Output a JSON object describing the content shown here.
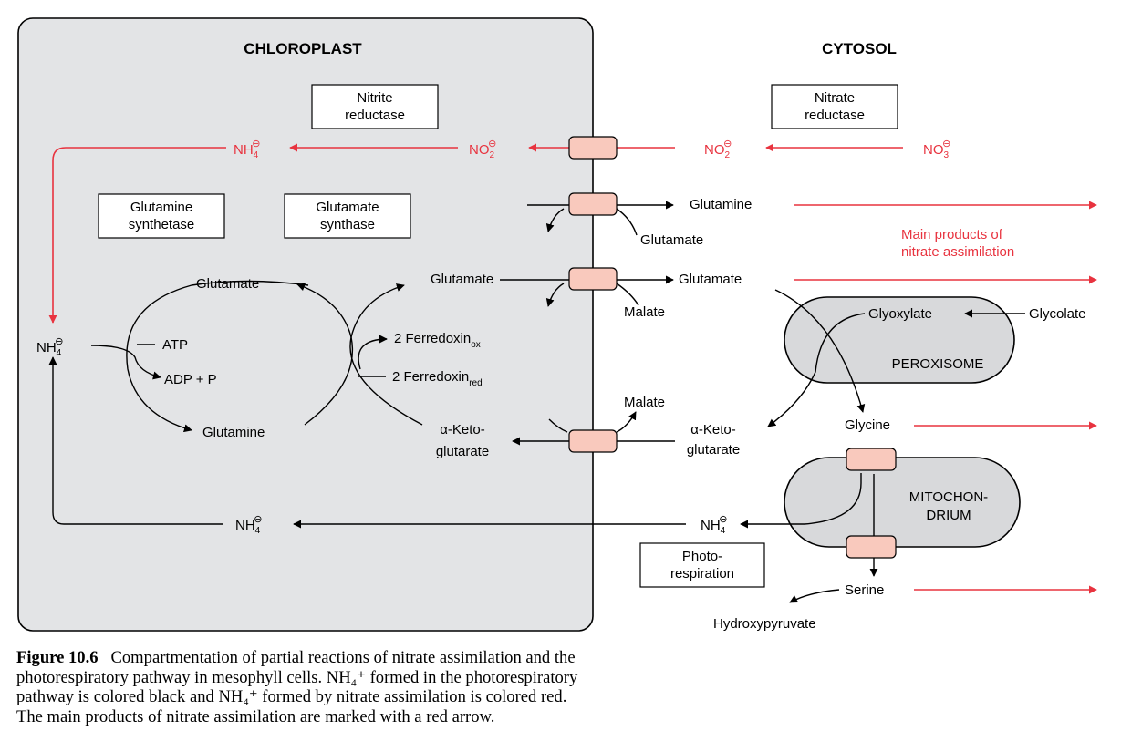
{
  "colors": {
    "red": "#e8333f",
    "black": "#000000",
    "chloroplast_fill": "#e3e4e6",
    "organelle_fill": "#d8d9db",
    "transporter_fill": "#f9c9bd"
  },
  "compartments": {
    "chloroplast": "CHLOROPLAST",
    "cytosol": "CYTOSOL",
    "peroxisome": "PEROXISOME",
    "mitochondrion_line1": "MITOCHON-",
    "mitochondrion_line2": "DRIUM"
  },
  "enzymes": {
    "nitrite_reductase": [
      "Nitrite",
      "reductase"
    ],
    "nitrate_reductase": [
      "Nitrate",
      "reductase"
    ],
    "glutamine_synthetase": [
      "Glutamine",
      "synthetase"
    ],
    "glutamate_synthase": [
      "Glutamate",
      "synthase"
    ],
    "photorespiration": [
      "Photo-",
      "respiration"
    ]
  },
  "molecules": {
    "nh4": "NH",
    "nh4_sub": "4",
    "no2": "NO",
    "no2_sub": "2",
    "no3": "NO",
    "no3_sub": "3",
    "charge": "⊖",
    "glutamine": "Glutamine",
    "glutamate": "Glutamate",
    "malate": "Malate",
    "atp": "ATP",
    "adp_p": "ADP + P",
    "ferredoxin": "2 Ferredoxin",
    "ferredoxin_ox_sub": "ox",
    "ferredoxin_red_sub": "red",
    "keto_line1": "α-Keto-",
    "keto_line2": "glutarate",
    "glyoxylate": "Glyoxylate",
    "glycolate": "Glycolate",
    "glycine": "Glycine",
    "serine": "Serine",
    "hydroxypyruvate": "Hydroxypyruvate"
  },
  "main_products_note": [
    "Main products of",
    "nitrate assimilation"
  ],
  "caption": {
    "figure_label": "Figure 10.6",
    "lines": [
      "Compartmentation of partial reactions of nitrate assimilation and the",
      "photorespiratory pathway in mesophyll cells. NH₄⁺ formed in the photorespiratory",
      "pathway is colored black and NH₄⁺ formed by nitrate assimilation is colored red.",
      "The main products of nitrate assimilation are marked with a red arrow."
    ]
  }
}
